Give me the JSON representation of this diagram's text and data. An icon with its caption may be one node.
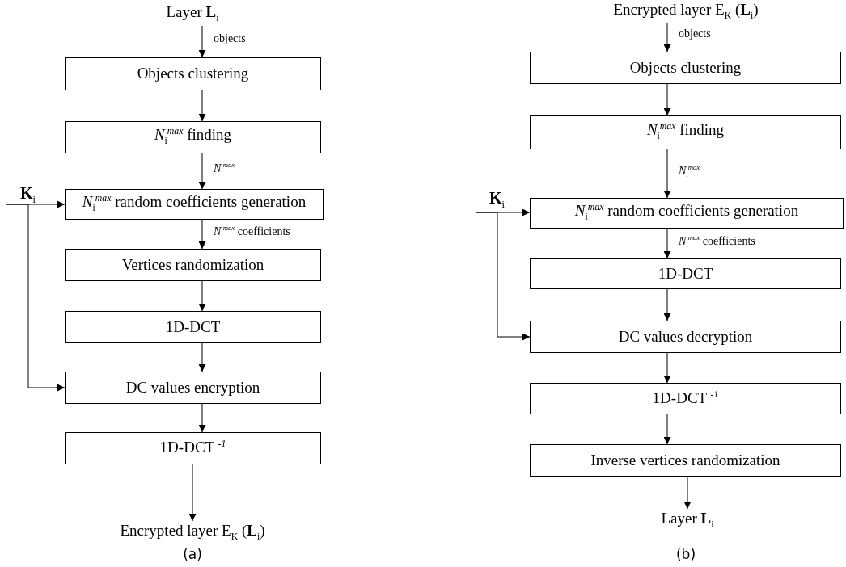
{
  "diagram": {
    "nodes": [
      {
        "text": [
          "Layer **L**$_{i}$"
        ]
      },
      {
        "text": [
          "Objects clustering"
        ]
      },
      {
        "text": [
          "*N*$_{i}$$^{max}$ finding"
        ]
      },
      {
        "text": [
          "*N*$_{i}$$^{max}$ random coefficients generation"
        ]
      },
      {
        "text": [
          "Vertices randomization"
        ]
      },
      {
        "text": [
          "1D-DCT"
        ]
      },
      {
        "text": [
          "DC values encryption"
        ]
      },
      {
        "text": [
          "1D-DCT $^{-1}$"
        ]
      },
      {
        "text": [
          "Encrypted layer E$_{K}$ (**L**$_{i}$)"
        ]
      },
      {
        "text": [
          "**K**$_{i}$"
        ]
      },
      {
        "text": [
          "Encrypted layer E$_{K}$ (**L**$_{i}$)"
        ]
      },
      {
        "text": [
          "Objects clustering"
        ]
      },
      {
        "text": [
          "*N*$_{i}$$^{max}$ finding"
        ]
      },
      {
        "text": [
          "*N*$_{i}$$^{max}$ random coefficients generation"
        ]
      },
      {
        "text": [
          "1D-DCT"
        ]
      },
      {
        "text": [
          "DC values decryption"
        ]
      },
      {
        "text": [
          "1D-DCT $^{-1}$"
        ]
      },
      {
        "text": [
          "Inverse vertices randomization"
        ]
      },
      {
        "text": [
          "Layer **L**$_{i}$"
        ]
      },
      {
        "text": [
          "**K**$_{i}$"
        ]
      }
    ],
    "edges": [
      {
        "from": 0,
        "to": 1,
        "arrow": "to",
        "label": "objects"
      },
      {
        "from": 1,
        "to": 2,
        "arrow": "to"
      },
      {
        "from": 2,
        "to": 3,
        "arrow": "to",
        "label": "*N*$_{i}$$^{max}$"
      },
      {
        "from": 3,
        "to": 4,
        "arrow": "to",
        "label": "*N*$_{i}$$^{max}$ coefficients"
      },
      {
        "from": 4,
        "to": 5,
        "arrow": "to"
      },
      {
        "from": 5,
        "to": 6,
        "arrow": "to"
      },
      {
        "from": 6,
        "to": 7,
        "arrow": "to"
      },
      {
        "from": 7,
        "to": 8,
        "arrow": "to"
      },
      {
        "from": 9,
        "to": 3,
        "arrow": "to"
      },
      {
        "from": 9,
        "to": 6,
        "arrow": "to"
      },
      {
        "from": 10,
        "to": 11,
        "arrow": "to",
        "label": "objects"
      },
      {
        "from": 11,
        "to": 12,
        "arrow": "to"
      },
      {
        "from": 12,
        "to": 13,
        "arrow": "to",
        "label": "*N*$_{i}$$^{max}$"
      },
      {
        "from": 13,
        "to": 14,
        "arrow": "to",
        "label": "*N*$_{i}$$^{max}$ coefficients"
      },
      {
        "from": 14,
        "to": 15,
        "arrow": "to"
      },
      {
        "from": 15,
        "to": 16,
        "arrow": "to"
      },
      {
        "from": 16,
        "to": 17,
        "arrow": "to"
      },
      {
        "from": 17,
        "to": 18,
        "arrow": "to"
      },
      {
        "from": 19,
        "to": 13,
        "arrow": "to"
      },
      {
        "from": 19,
        "to": 15,
        "arrow": "to"
      }
    ],
    "labels": [
      "(a)",
      "(b)"
    ]
  }
}
